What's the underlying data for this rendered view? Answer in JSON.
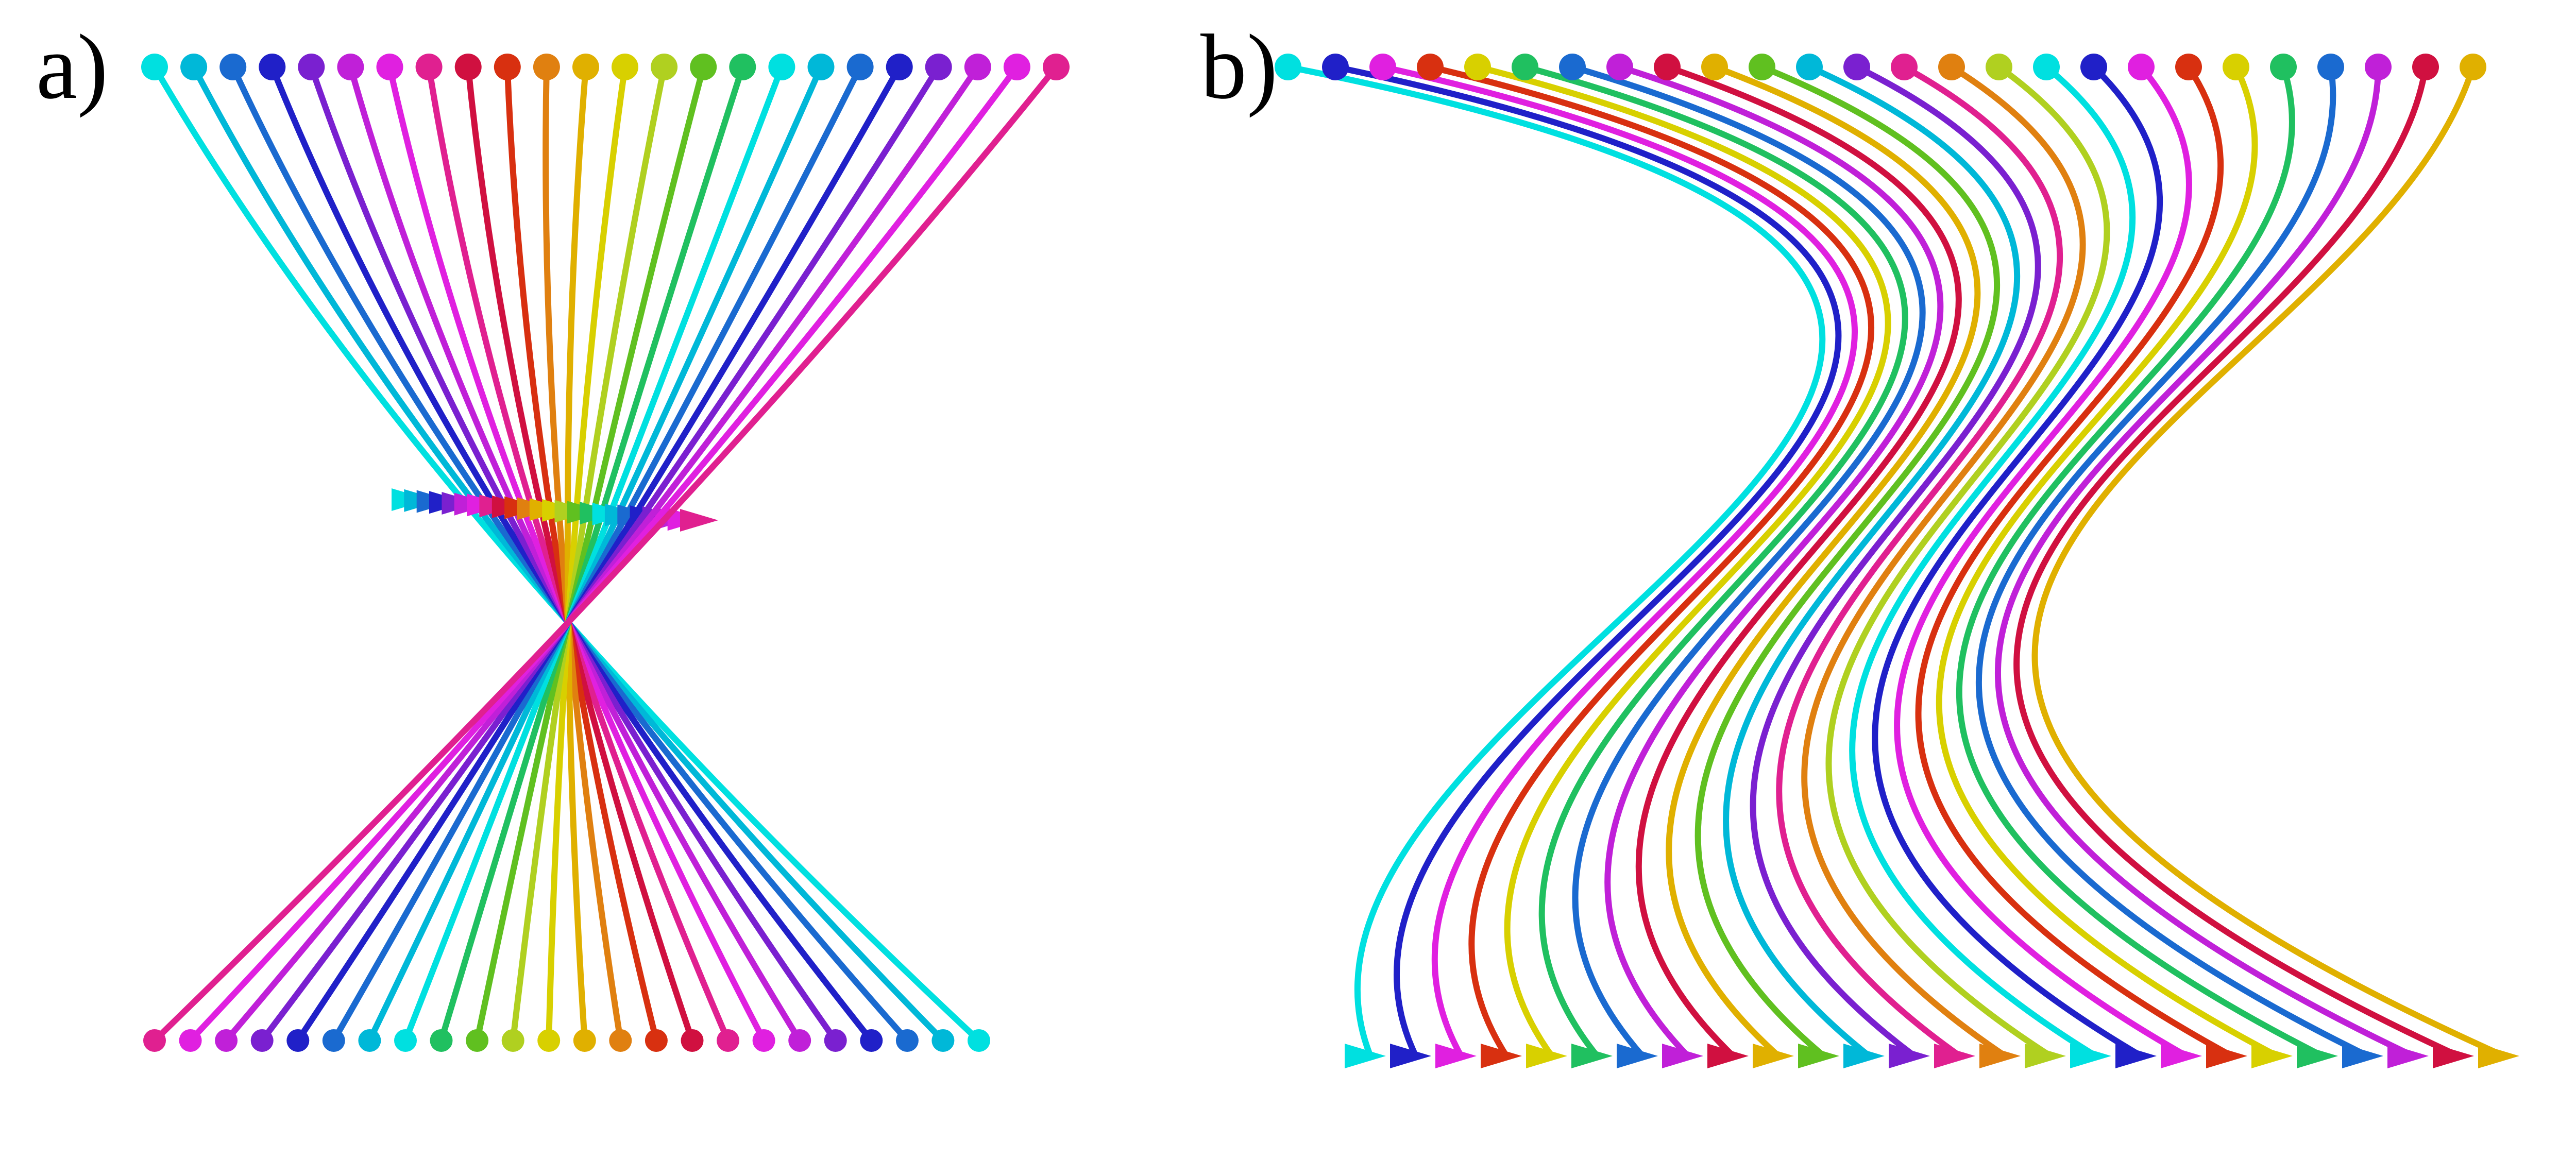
{
  "figure": {
    "panels": [
      {
        "id": "a",
        "label": "a)"
      },
      {
        "id": "b",
        "label": "b)"
      }
    ],
    "palette": [
      "#00e0e0",
      "#00b8d8",
      "#1a6ad0",
      "#2020c8",
      "#7a20d0",
      "#c020d8",
      "#e020e0",
      "#e02090",
      "#d01040",
      "#d83010",
      "#e08010",
      "#e0b000",
      "#d8d000",
      "#b0d020",
      "#60c020",
      "#20c060"
    ]
  }
}
